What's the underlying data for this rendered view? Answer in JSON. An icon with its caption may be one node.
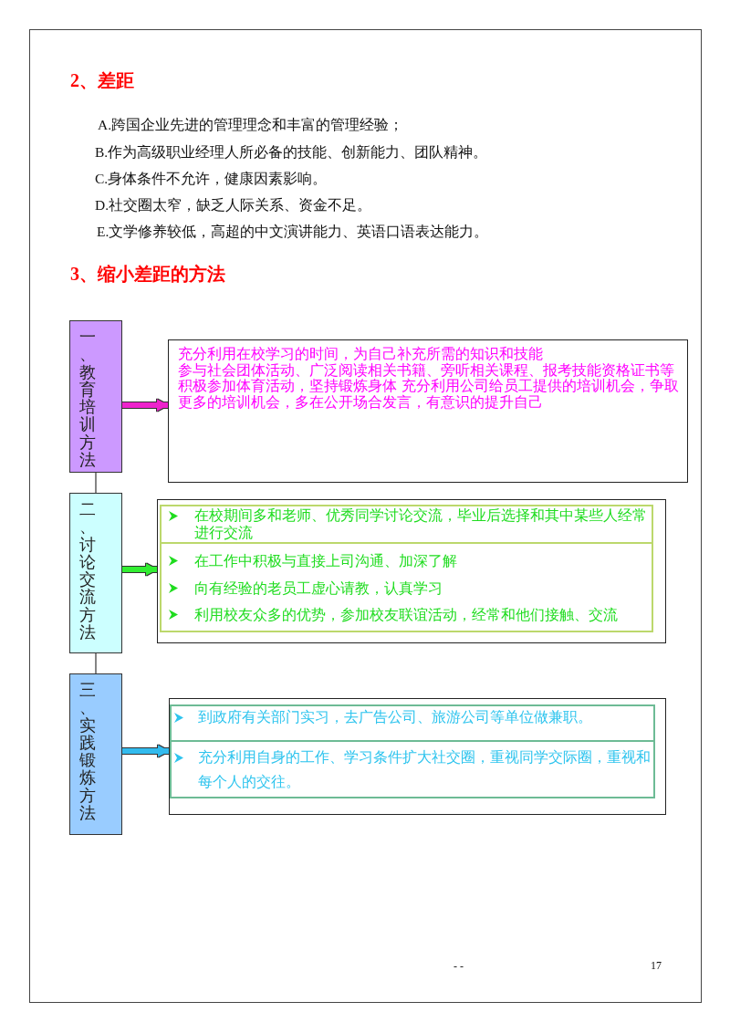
{
  "diagram": {
    "title": "3、缩小差距的方法",
    "nodes": [
      {
        "text": [
          "一、教育培训方法"
        ]
      },
      {
        "text": [
          "充分利用在校学习的时间，为自己补充所需的知识和技能",
          "参与社会团体活动、广泛阅读相关书籍、旁听相关课程、报考技能资格证书等",
          "积极参加体育活动，坚持锻炼身体 充分利用公司给员工提供的培训机会，争取更多的培训机会，多在公开场合发言，有意识的提升自己"
        ]
      },
      {
        "text": [
          "二、讨论交流方法"
        ]
      },
      {
        "text": [],
        "shape": "box"
      },
      {
        "text": [
          "在校期间多和老师、优秀同学讨论交流，毕业后选择和其中某些人经常进行交流"
        ],
        "in": 3
      },
      {
        "text": [
          "在工作中积极与直接上司沟通、加深了解",
          "向有经验的老员工虚心请教，认真学习",
          "利用校友众多的优势，参加校友联谊活动，经常和他们接触、交流"
        ],
        "in": 3
      },
      {
        "text": [
          "三、实践锻炼方法"
        ]
      },
      {
        "text": [],
        "shape": "box"
      },
      {
        "text": [
          "到政府有关部门实习，去广告公司、旅游公司等单位做兼职。"
        ],
        "in": 7
      },
      {
        "text": [
          "充分利用自身的工作、学习条件扩大社交圈，重视同学交际圈，重视和每个人的交往。"
        ],
        "in": 7
      }
    ],
    "edges": [
      {
        "from": 0,
        "to": 1,
        "arrow": "to",
        "color": "#ee22cc"
      },
      {
        "from": 0,
        "to": 2,
        "arrow": "none"
      },
      {
        "from": 2,
        "to": 3,
        "arrow": "to",
        "color": "#33ee33"
      },
      {
        "from": 2,
        "to": 6,
        "arrow": "none"
      },
      {
        "from": 6,
        "to": 7,
        "arrow": "to",
        "color": "#33bbee"
      }
    ],
    "labels": [
      "2、差距",
      "A.跨国企业先进的管理理念和丰富的管理经验；",
      "B.作为高级职业经理人所必备的技能、创新能力、团队精神。",
      "C.身体条件不允许，健康因素影响。",
      "D.社交圈太窄，缺乏人际关系、资金不足。",
      "E.文学修养较低，高超的中文演讲能力、英语口语表达能力。",
      "- -",
      "17"
    ]
  }
}
